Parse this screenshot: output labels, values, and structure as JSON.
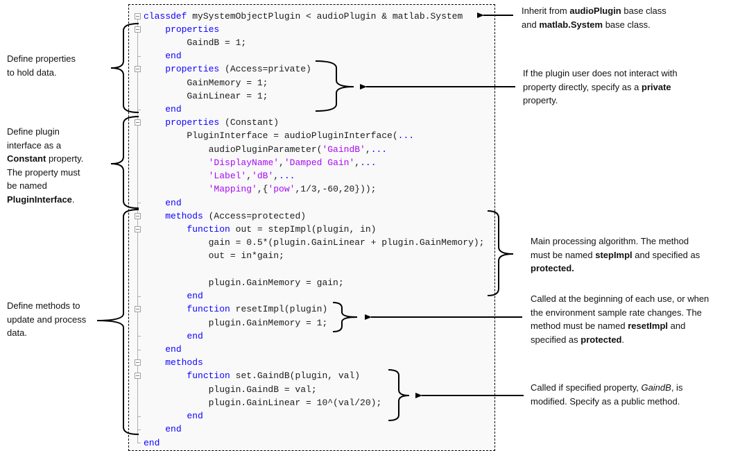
{
  "code": {
    "lines": [
      [
        {
          "t": "classdef",
          "c": "kw"
        },
        {
          "t": " mySystemObjectPlugin < audioPlugin & matlab.System",
          "c": ""
        }
      ],
      [
        {
          "t": "    ",
          "c": ""
        },
        {
          "t": "properties",
          "c": "kw"
        }
      ],
      [
        {
          "t": "        GaindB = 1;",
          "c": ""
        }
      ],
      [
        {
          "t": "    ",
          "c": ""
        },
        {
          "t": "end",
          "c": "kw"
        }
      ],
      [
        {
          "t": "    ",
          "c": ""
        },
        {
          "t": "properties",
          "c": "kw"
        },
        {
          "t": " (Access=private)",
          "c": ""
        }
      ],
      [
        {
          "t": "        GainMemory = 1;",
          "c": ""
        }
      ],
      [
        {
          "t": "        GainLinear = 1;",
          "c": ""
        }
      ],
      [
        {
          "t": "    ",
          "c": ""
        },
        {
          "t": "end",
          "c": "kw"
        }
      ],
      [
        {
          "t": "    ",
          "c": ""
        },
        {
          "t": "properties",
          "c": "kw"
        },
        {
          "t": " (Constant)",
          "c": ""
        }
      ],
      [
        {
          "t": "        PluginInterface = audioPluginInterface(",
          "c": ""
        },
        {
          "t": "...",
          "c": "cont"
        }
      ],
      [
        {
          "t": "            audioPluginParameter(",
          "c": ""
        },
        {
          "t": "'GaindB'",
          "c": "str"
        },
        {
          "t": ",",
          "c": ""
        },
        {
          "t": "...",
          "c": "cont"
        }
      ],
      [
        {
          "t": "            ",
          "c": ""
        },
        {
          "t": "'DisplayName'",
          "c": "str"
        },
        {
          "t": ",",
          "c": ""
        },
        {
          "t": "'Damped Gain'",
          "c": "str"
        },
        {
          "t": ",",
          "c": ""
        },
        {
          "t": "...",
          "c": "cont"
        }
      ],
      [
        {
          "t": "            ",
          "c": ""
        },
        {
          "t": "'Label'",
          "c": "str"
        },
        {
          "t": ",",
          "c": ""
        },
        {
          "t": "'dB'",
          "c": "str"
        },
        {
          "t": ",",
          "c": ""
        },
        {
          "t": "...",
          "c": "cont"
        }
      ],
      [
        {
          "t": "            ",
          "c": ""
        },
        {
          "t": "'Mapping'",
          "c": "str"
        },
        {
          "t": ",{",
          "c": ""
        },
        {
          "t": "'pow'",
          "c": "str"
        },
        {
          "t": ",1/3,-60,20}));",
          "c": ""
        }
      ],
      [
        {
          "t": "    ",
          "c": ""
        },
        {
          "t": "end",
          "c": "kw"
        }
      ],
      [
        {
          "t": "    ",
          "c": ""
        },
        {
          "t": "methods",
          "c": "kw"
        },
        {
          "t": " (Access=protected)",
          "c": ""
        }
      ],
      [
        {
          "t": "        ",
          "c": ""
        },
        {
          "t": "function",
          "c": "kw"
        },
        {
          "t": " out = stepImpl(plugin, in)",
          "c": ""
        }
      ],
      [
        {
          "t": "            gain = 0.5*(plugin.GainLinear + plugin.GainMemory);",
          "c": ""
        }
      ],
      [
        {
          "t": "            out = in*gain;",
          "c": ""
        }
      ],
      [
        {
          "t": "",
          "c": ""
        }
      ],
      [
        {
          "t": "            plugin.GainMemory = gain;",
          "c": ""
        }
      ],
      [
        {
          "t": "        ",
          "c": ""
        },
        {
          "t": "end",
          "c": "kw"
        }
      ],
      [
        {
          "t": "        ",
          "c": ""
        },
        {
          "t": "function",
          "c": "kw"
        },
        {
          "t": " resetImpl(plugin)",
          "c": ""
        }
      ],
      [
        {
          "t": "            plugin.GainMemory = 1;",
          "c": ""
        }
      ],
      [
        {
          "t": "        ",
          "c": ""
        },
        {
          "t": "end",
          "c": "kw"
        }
      ],
      [
        {
          "t": "    ",
          "c": ""
        },
        {
          "t": "end",
          "c": "kw"
        }
      ],
      [
        {
          "t": "    ",
          "c": ""
        },
        {
          "t": "methods",
          "c": "kw"
        }
      ],
      [
        {
          "t": "        ",
          "c": ""
        },
        {
          "t": "function",
          "c": "kw"
        },
        {
          "t": " set.GaindB(plugin, val)",
          "c": ""
        }
      ],
      [
        {
          "t": "            plugin.GaindB = val;",
          "c": ""
        }
      ],
      [
        {
          "t": "            plugin.GainLinear = 10^(val/20);",
          "c": ""
        }
      ],
      [
        {
          "t": "        ",
          "c": ""
        },
        {
          "t": "end",
          "c": "kw"
        }
      ],
      [
        {
          "t": "    ",
          "c": ""
        },
        {
          "t": "end",
          "c": "kw"
        }
      ],
      [
        {
          "t": "end",
          "c": "kw"
        }
      ]
    ],
    "fold_open_lines": [
      0,
      1,
      4,
      8,
      15,
      16,
      22,
      26,
      27
    ],
    "fold_end_lines": [
      3,
      7,
      14,
      21,
      24,
      25,
      30,
      31,
      32
    ]
  },
  "colors": {
    "keyword": "#0e00ff",
    "string": "#a709f5",
    "code_background": "#f9f9f9"
  },
  "annotations": {
    "left": [
      {
        "id": "properties-note",
        "parts": [
          {
            "t": "Define properties\nto hold data.",
            "b": false
          }
        ]
      },
      {
        "id": "interface-note",
        "parts": [
          {
            "t": "Define plugin\ninterface as a\n",
            "b": false
          },
          {
            "t": "Constant",
            "b": true
          },
          {
            "t": " property.\nThe property must\nbe named\n",
            "b": false
          },
          {
            "t": "PluginInterface",
            "b": true
          },
          {
            "t": ".",
            "b": false
          }
        ]
      },
      {
        "id": "methods-note",
        "parts": [
          {
            "t": "Define methods to\nupdate and process\ndata.",
            "b": false
          }
        ]
      }
    ],
    "right": [
      {
        "id": "inherit-note",
        "parts": [
          {
            "t": "Inherit from ",
            "b": false
          },
          {
            "t": "audioPlugin",
            "b": true
          },
          {
            "t": " base class\nand ",
            "b": false
          },
          {
            "t": "matlab.System",
            "b": true
          },
          {
            "t": " base class.",
            "b": false
          }
        ]
      },
      {
        "id": "private-note",
        "parts": [
          {
            "t": "If the plugin user does not interact with\nproperty directly, specify as a ",
            "b": false
          },
          {
            "t": "private",
            "b": true
          },
          {
            "t": "\nproperty.",
            "b": false
          }
        ]
      },
      {
        "id": "stepimpl-note",
        "parts": [
          {
            "t": "Main processing algorithm. The method\nmust be named ",
            "b": false
          },
          {
            "t": "stepImpl",
            "b": true
          },
          {
            "t": " and specified as\n",
            "b": false
          },
          {
            "t": "protected.",
            "b": true
          }
        ]
      },
      {
        "id": "resetimpl-note",
        "parts": [
          {
            "t": "Called at the beginning of each use, or when\nthe environment  sample rate changes. The\nmethod  must be named ",
            "b": false
          },
          {
            "t": "resetImpl",
            "b": true
          },
          {
            "t": " and\nspecified as ",
            "b": false
          },
          {
            "t": "protected",
            "b": true
          },
          {
            "t": ".",
            "b": false
          }
        ]
      },
      {
        "id": "setter-note",
        "parts": [
          {
            "t": "Called if specified property, ",
            "b": false
          },
          {
            "t": "GaindB",
            "i": true
          },
          {
            "t": ", is\nmodified.  Specify as a public method.",
            "b": false
          }
        ]
      }
    ]
  }
}
